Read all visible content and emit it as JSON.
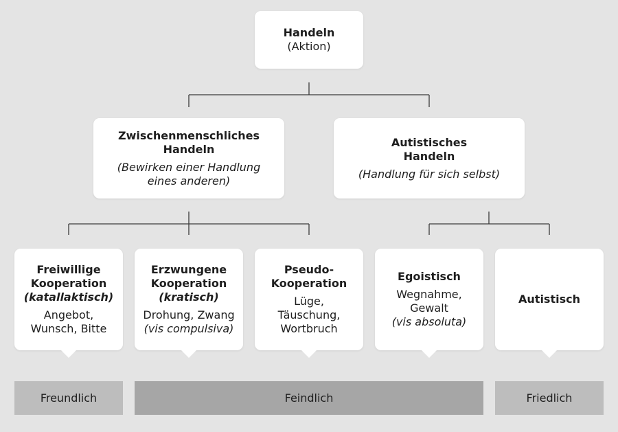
{
  "root": {
    "title": "Handeln",
    "subtitle": "(Aktion)"
  },
  "level2": {
    "interpersonal": {
      "title_line1": "Zwischenmenschliches",
      "title_line2": "Handeln",
      "desc_line1": "(Bewirken einer Handlung",
      "desc_line2": "eines anderen)"
    },
    "autistic": {
      "title_line1": "Autistisches",
      "title_line2": "Handeln",
      "desc": "(Handlung für sich selbst)"
    }
  },
  "level3": {
    "voluntary": {
      "title_line1": "Freiwillige",
      "title_line2": "Kooperation",
      "qualifier": "(katallaktisch)",
      "detail_line1": "Angebot,",
      "detail_line2": "Wunsch, Bitte"
    },
    "forced": {
      "title_line1": "Erzwungene",
      "title_line2": "Kooperation",
      "qualifier": "(kratisch)",
      "detail_line1": "Drohung, Zwang",
      "detail_line2": "(vis compulsiva)"
    },
    "pseudo": {
      "title_line1": "Pseudo-",
      "title_line2": "Kooperation",
      "detail_line1": "Lüge,",
      "detail_line2": "Täuschung,",
      "detail_line3": "Wortbruch"
    },
    "egoistic": {
      "title": "Egoistisch",
      "detail_line1": "Wegnahme,",
      "detail_line2": "Gewalt",
      "detail_line3": "(vis absoluta)"
    },
    "autistic": {
      "title": "Autistisch"
    }
  },
  "bands": {
    "friendly": {
      "label": "Freundlich",
      "color": "#bdbdbd"
    },
    "hostile": {
      "label": "Feindlich",
      "color": "#a6a6a6"
    },
    "peaceful": {
      "label": "Friedlich",
      "color": "#bdbdbd"
    }
  },
  "colors": {
    "background": "#e4e4e4",
    "box": "#ffffff",
    "connector": "#3a3a3a"
  }
}
